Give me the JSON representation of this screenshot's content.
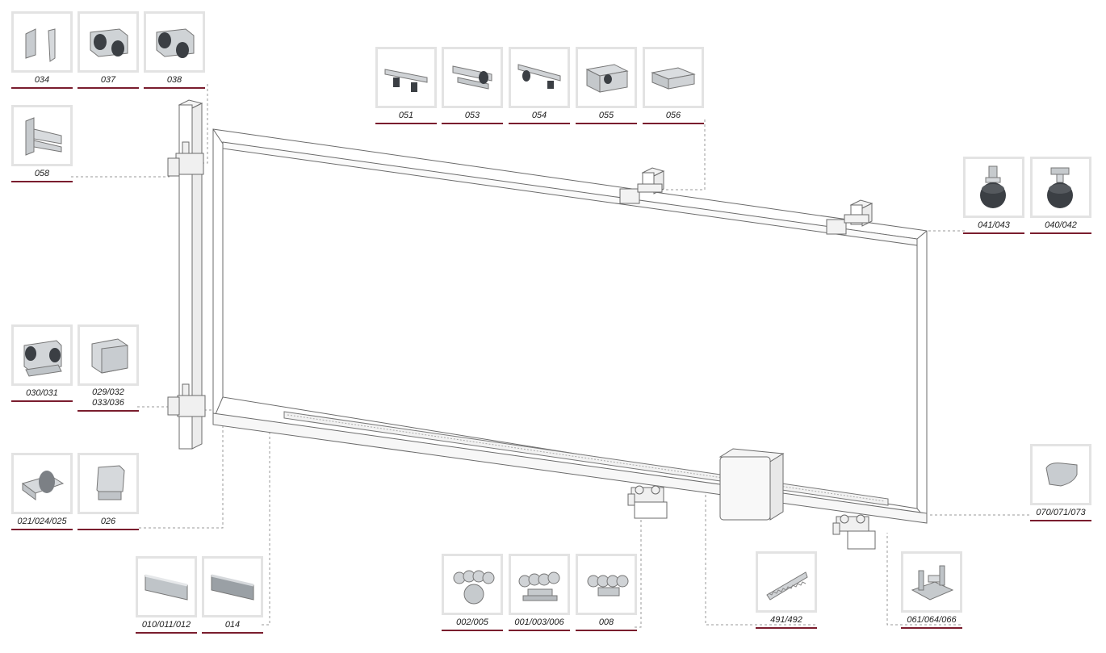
{
  "colors": {
    "underline": "#7a1d2e",
    "frame": "#e3e3e3",
    "line": "#9a9a9a",
    "steel": "#bfc4c8",
    "wheel": "#3b3f44"
  },
  "parts": [
    {
      "code": "034",
      "icon": "bracket-plates-icon"
    },
    {
      "code": "037",
      "icon": "guide-rollers-icon"
    },
    {
      "code": "038",
      "icon": "guide-rollers-icon"
    },
    {
      "code": "058",
      "icon": "wall-bracket-icon"
    },
    {
      "code": "051",
      "icon": "top-roller-rail-icon"
    },
    {
      "code": "053",
      "icon": "top-roller-rail-icon"
    },
    {
      "code": "054",
      "icon": "top-roller-rail-icon"
    },
    {
      "code": "055",
      "icon": "guide-box-icon"
    },
    {
      "code": "056",
      "icon": "guide-box-icon"
    },
    {
      "code": "041/043",
      "icon": "guide-wheel-icon"
    },
    {
      "code": "040/042",
      "icon": "guide-wheel-icon"
    },
    {
      "code": "030/031",
      "icon": "catcher-rollers-icon"
    },
    {
      "code": "029/032\n033/036",
      "icon": "catcher-box-icon"
    },
    {
      "code": "021/024/025",
      "icon": "end-roller-icon"
    },
    {
      "code": "026",
      "icon": "end-cap-icon"
    },
    {
      "code": "070/071/073",
      "icon": "end-stop-icon"
    },
    {
      "code": "010/011/012",
      "icon": "track-profile-icon"
    },
    {
      "code": "014",
      "icon": "track-profile-icon"
    },
    {
      "code": "002/005",
      "icon": "roller-carriage-icon"
    },
    {
      "code": "001/003/006",
      "icon": "roller-carriage-icon"
    },
    {
      "code": "008",
      "icon": "roller-carriage-icon"
    },
    {
      "code": "491/492",
      "icon": "gear-rack-icon"
    },
    {
      "code": "061/064/066",
      "icon": "base-plate-icon"
    }
  ]
}
